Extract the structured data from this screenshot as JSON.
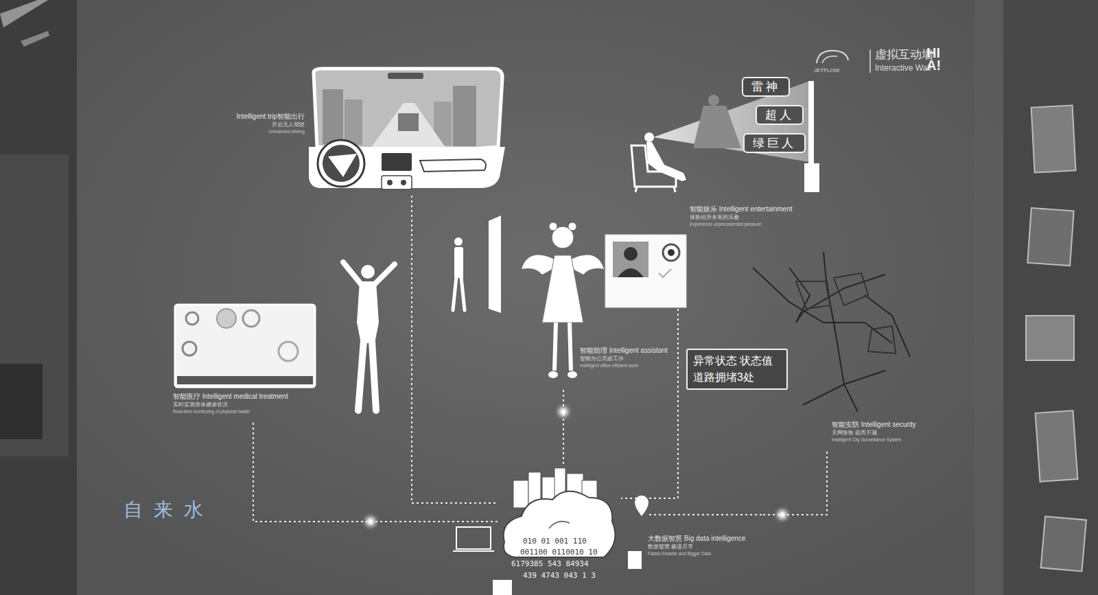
{
  "diagram": {
    "nodes": [
      {
        "text": [
          "Intelligent trip智能出行",
          "开启无人驾驶",
          "Unmanned driving"
        ]
      },
      {
        "text": [
          "智能娱乐 Intelligent entertainment",
          "体验前所未有的乐趣",
          "Experience unprecedented pleasure"
        ]
      },
      {
        "text": [
          "雷神"
        ],
        "in": 1
      },
      {
        "text": [
          "超人"
        ],
        "in": 1
      },
      {
        "text": [
          "绿巨人"
        ],
        "in": 1
      },
      {
        "text": [
          "智能医疗 Intelligent medical treatment",
          "实时监测身体健康状况",
          "Real-time monitoring of physical health"
        ]
      },
      {
        "text": [
          "智能助理 Intelligent assistant",
          "智能办公高效工作",
          "Intelligent office efficient work"
        ]
      },
      {
        "text": [
          "智能安防 Intelligent security",
          "天网恢恢 疏而不漏",
          "Intelligent City Surveillance System"
        ]
      },
      {
        "text": [
          "异常状态 状态值 道路拥堵3处"
        ],
        "in": 7
      },
      {
        "text": [
          "大数据智慧 Big data intelligence",
          "数据智慧 极速尽享",
          "Faster,Smarter and Bigger Data"
        ]
      }
    ],
    "edges": [
      {
        "from": 0,
        "to": 9,
        "arrow": "none"
      },
      {
        "from": 5,
        "to": 9,
        "arrow": "none"
      },
      {
        "from": 6,
        "to": 9,
        "arrow": "none"
      },
      {
        "from": 7,
        "to": 9,
        "arrow": "none"
      }
    ],
    "labels": [
      "虚拟互动墙",
      "Interactive Wall",
      "JETFLOW",
      "HI A!",
      "自来水",
      "010 01 001 110",
      "001100 0110010 10",
      "6179385 543 84934",
      "439 4743 043 1 3"
    ]
  }
}
